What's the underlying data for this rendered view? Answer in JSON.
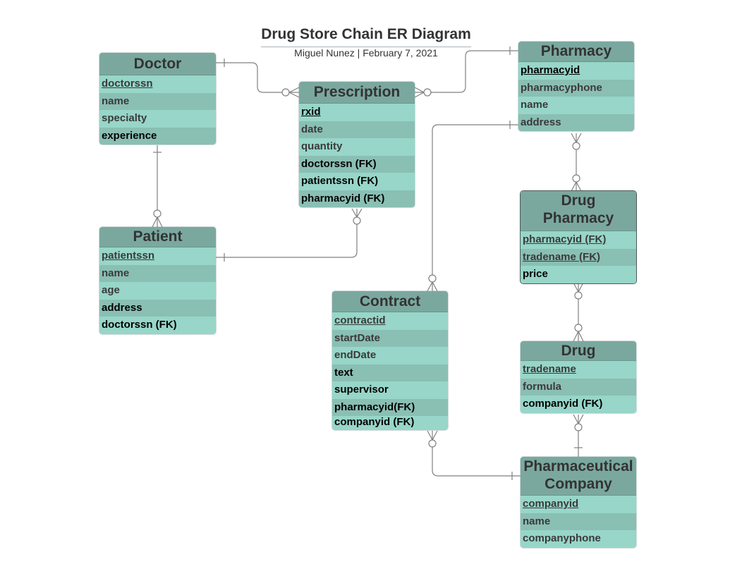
{
  "header": {
    "title": "Drug Store Chain ER Diagram",
    "subtitle": "Miguel Nunez  |  February 7, 2021"
  },
  "colors": {
    "header_fill": "#7aa89f",
    "row_light": "#97d6c9",
    "row_dark": "#8abfb4",
    "connector": "#808080"
  },
  "entities": {
    "doctor": {
      "name": "Doctor",
      "attributes": [
        {
          "label": "doctorssn",
          "pk": true
        },
        {
          "label": "name"
        },
        {
          "label": "specialty"
        },
        {
          "label": "experience"
        }
      ]
    },
    "prescription": {
      "name": "Prescription",
      "attributes": [
        {
          "label": "rxid",
          "pk": true
        },
        {
          "label": "date"
        },
        {
          "label": "quantity"
        },
        {
          "label": "doctorssn (FK)"
        },
        {
          "label": "patientssn (FK)"
        },
        {
          "label": "pharmacyid (FK)"
        }
      ]
    },
    "pharmacy": {
      "name": "Pharmacy",
      "attributes": [
        {
          "label": "pharmacyid",
          "pk": true
        },
        {
          "label": "pharmacyphone"
        },
        {
          "label": "name"
        },
        {
          "label": "address"
        }
      ]
    },
    "patient": {
      "name": "Patient",
      "attributes": [
        {
          "label": "patientssn",
          "pk": true
        },
        {
          "label": "name"
        },
        {
          "label": "age"
        },
        {
          "label": "address"
        },
        {
          "label": "doctorssn (FK)"
        }
      ]
    },
    "drug_pharmacy": {
      "name_line1": "Drug",
      "name_line2": "Pharmacy",
      "attributes": [
        {
          "label": "pharmacyid (FK)",
          "pk": true
        },
        {
          "label": "tradename (FK)",
          "pk": true
        },
        {
          "label": "price"
        }
      ]
    },
    "contract": {
      "name": "Contract",
      "attributes": [
        {
          "label": "contractid",
          "pk": true
        },
        {
          "label": "startDate"
        },
        {
          "label": "endDate"
        },
        {
          "label": "text"
        },
        {
          "label": "supervisor"
        },
        {
          "label": "pharmacyid(FK)"
        },
        {
          "label": "companyid (FK)"
        }
      ]
    },
    "drug": {
      "name": "Drug",
      "attributes": [
        {
          "label": "tradename",
          "pk": true
        },
        {
          "label": "formula"
        },
        {
          "label": "companyid (FK)"
        }
      ]
    },
    "pharmaceutical_company": {
      "name_line1": "Pharmaceutical",
      "name_line2": "Company",
      "attributes": [
        {
          "label": "companyid",
          "pk": true
        },
        {
          "label": "name"
        },
        {
          "label": "companyphone"
        }
      ]
    }
  },
  "relationships": [
    {
      "from": "Doctor",
      "from_card": "one",
      "to": "Prescription",
      "to_card": "zero-or-many"
    },
    {
      "from": "Pharmacy",
      "from_card": "one",
      "to": "Prescription",
      "to_card": "zero-or-many"
    },
    {
      "from": "Doctor",
      "from_card": "one",
      "to": "Patient",
      "to_card": "zero-or-many"
    },
    {
      "from": "Patient",
      "from_card": "one",
      "to": "Prescription",
      "to_card": "zero-or-many"
    },
    {
      "from": "Pharmacy",
      "from_card": "one",
      "to": "Contract",
      "to_card": "zero-or-many"
    },
    {
      "from": "Pharmacy",
      "from_card": "zero-or-many",
      "to": "Drug Pharmacy",
      "to_card": "zero-or-many"
    },
    {
      "from": "Drug Pharmacy",
      "from_card": "zero-or-many",
      "to": "Drug",
      "to_card": "zero-or-many"
    },
    {
      "from": "Drug",
      "from_card": "zero-or-many",
      "to": "Pharmaceutical Company",
      "to_card": "one"
    },
    {
      "from": "Contract",
      "from_card": "zero-or-many",
      "to": "Pharmaceutical Company",
      "to_card": "one"
    }
  ]
}
